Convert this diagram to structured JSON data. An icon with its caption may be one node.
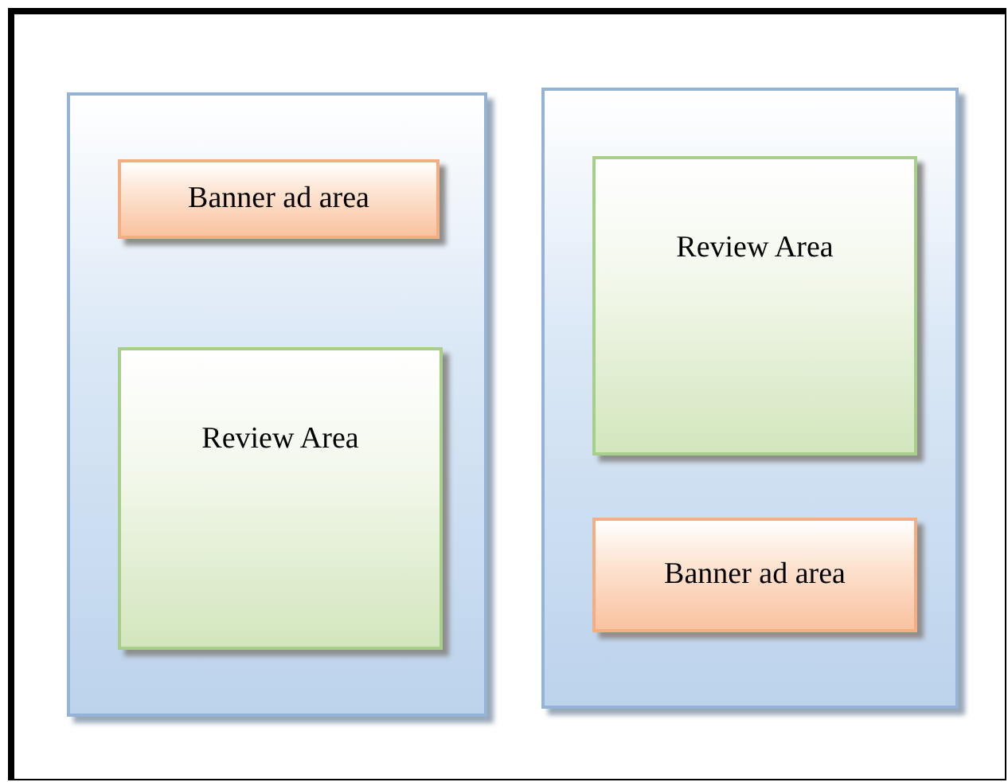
{
  "diagram": {
    "nodes": [
      {
        "text": [],
        "shape": "box"
      },
      {
        "text": [
          "Banner ad area"
        ],
        "in": 0
      },
      {
        "text": [
          "Review Area"
        ],
        "in": 0
      },
      {
        "text": [],
        "shape": "box"
      },
      {
        "text": [
          "Review Area"
        ],
        "in": 3
      },
      {
        "text": [
          "Banner ad area"
        ],
        "in": 3
      }
    ]
  }
}
